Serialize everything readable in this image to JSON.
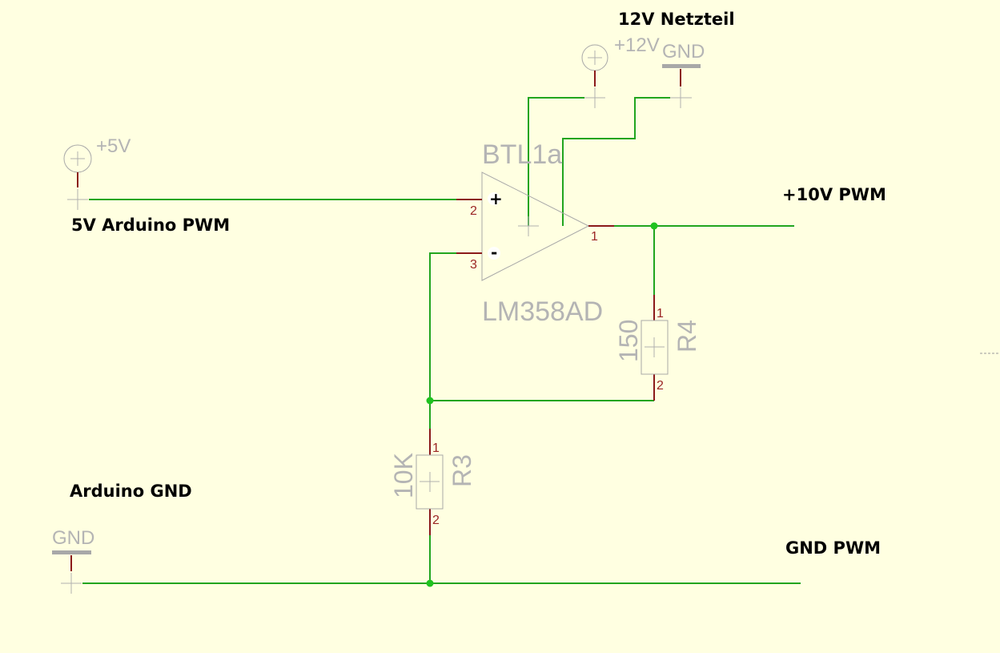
{
  "annotations": {
    "supply": "12V Netzteil",
    "input_pwm": "5V Arduino PWM",
    "output_pwm": "+10V PWM",
    "arduino_gnd": "Arduino GND",
    "gnd_pwm": "GND PWM"
  },
  "symbols": {
    "plus5v": "+5V",
    "plus12v": "+12V",
    "gnd_top": "GND",
    "gnd_left": "GND"
  },
  "opamp": {
    "name": "BTL1a",
    "value": "LM358AD",
    "plus_sign": "+",
    "minus_sign": "-",
    "pin_plus": "2",
    "pin_minus": "3",
    "pin_out": "1"
  },
  "resistors": {
    "r4": {
      "name": "R4",
      "value": "150",
      "pin1": "1",
      "pin2": "2"
    },
    "r3": {
      "name": "R3",
      "value": "10K",
      "pin1": "1",
      "pin2": "2"
    }
  },
  "colors": {
    "background": "#FFFFE1",
    "wire": "#22A51F",
    "pin": "#8B1A1A",
    "junction": "#1FC21F",
    "symbol_text": "#B4B4B4"
  }
}
